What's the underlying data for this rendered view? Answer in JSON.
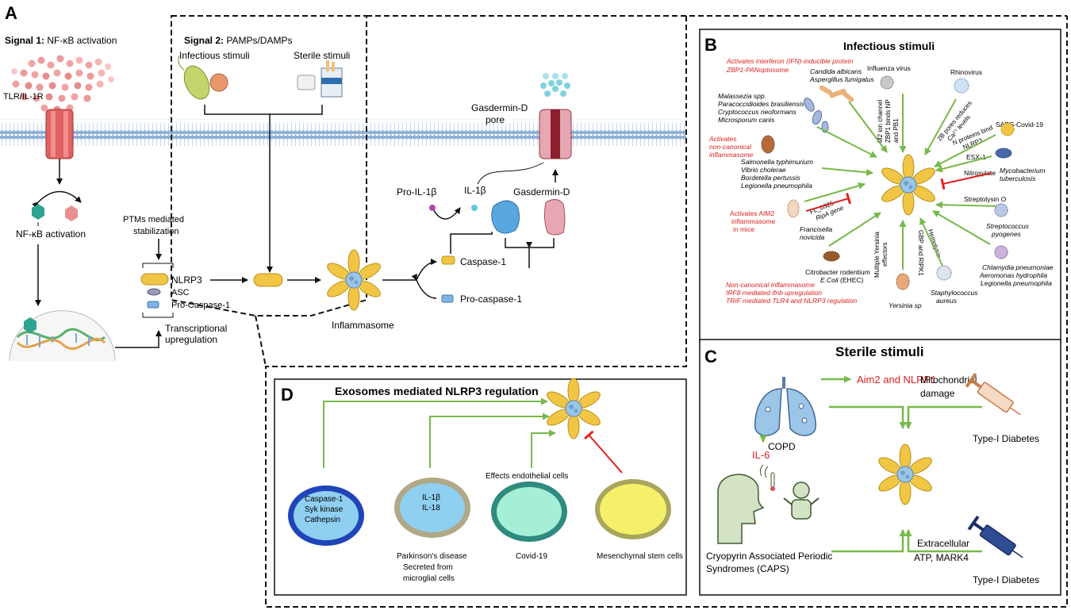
{
  "panel_a": {
    "letter": "A",
    "signal1_bold": "Signal 1:",
    "signal1_text": " NF-κB activation",
    "receptor_label": "TLR/IL-1R",
    "nfkb_label": "NF-κB activation",
    "signal2_bold": "Signal 2:",
    "signal2_text": " PAMPs/DAMPs",
    "infectious_label": "Infectious stimuli",
    "sterile_label": "Sterile stimuli",
    "ptm_line1": "PTMs mediated",
    "ptm_line2": "stabilization",
    "complex_nlrp3": "NLRP3",
    "complex_asc": "ASC",
    "complex_procasp": "Pro-Caspase-1",
    "transcr_line1": "Transcriptional",
    "transcr_line2": "upregulation",
    "inflammasome_label": "Inflammasome",
    "caspase1_label": "Caspase-1",
    "procaspase1_label": "Pro-caspase-1",
    "pro_il1b_label": "Pro-IL-1β",
    "il1b_label": "IL-1β",
    "gsdmd_label": "Gasdermin-D",
    "pore_line1": "Gasdermin-D",
    "pore_line2": "pore"
  },
  "panel_b": {
    "letter": "B",
    "title": "Infectious stimuli",
    "zbp1_line1": "Activates interferon (IFN)-inducible protein",
    "zbp1_line2": "ZBP1-PANoptosome",
    "candida_line1": "Candida albicans",
    "candida_line2": "Aspergillus fumigatus",
    "influenza": "Influenza virus",
    "rhinovirus": "Rhinovirus",
    "malassezia": [
      "Malassezia spp.",
      "Paracoccidioides brasiliensis",
      "Cryptococcus neoformans",
      "Microsporum canis"
    ],
    "m2_line1": "M2 ion channel",
    "m2_line2": "ZBP1 binds NP",
    "m2_line3": "and PB1",
    "pores_line1": "2B pores reduces",
    "pores_line2": "Ca²⁺ levels",
    "sars": "SARS-Covid-19",
    "nprot_line1": "N proteins bind",
    "nprot_line2": "NLRP3",
    "noncanon_line1": "Activates",
    "noncanon_line2": "non-canonical",
    "noncanon_line3": "inflammasome",
    "salmonella": [
      "Salmonella typhimurium",
      "Vibrio cholerae",
      "Bordetella pertussis",
      "Legionella pneumophila"
    ],
    "esx": "ESX-1",
    "nitrosylate": "Nitrosylate",
    "myco_line1": "Mycobacterium",
    "myco_line2": "tuberculosis",
    "aim2_line1": "Activates AIM2",
    "aim2_line2": "inflammasome",
    "aim2_line3": "in mice",
    "fl_line1": "FL_0325",
    "fl_line2": "RipA gene",
    "francisella_line1": "Francisella",
    "francisella_line2": "novicida",
    "streptolysin": "Streptolysin O",
    "strep_line1": "Streptococcus",
    "strep_line2": "pyogenes",
    "citro_line1": "Citrobacter rodentium",
    "citro_line2_italic": "E.Coli",
    "citro_line2_rest": " (EHEC)",
    "multi_line1": "Multiple Yersinia",
    "multi_line2": "effectors",
    "gbp": "GBP and RIPK1",
    "hemolysin": "Hemolysin",
    "chlamydia": [
      "Chlamydia pneumoniae",
      "Aeromonas hydrophila",
      "Legionella pneumophila"
    ],
    "staph_line1": "Staphylococcus",
    "staph_line2": "aureus",
    "yersinia": "Yersinia sp",
    "bottom_red": [
      "Non-canonical inflammasome",
      "IRF8 mediated ifnb upregulation",
      "TRIF mediated TLR4 and NLRP3 regulation"
    ]
  },
  "panel_c": {
    "letter": "C",
    "title": "Sterile stimuli",
    "aim2_nlrp1": "Aim2 and NLRP1",
    "mito_line1": "Mitochondrial",
    "mito_line2": "damage",
    "copd": "COPD",
    "il6": "IL-6",
    "diabetes_top": "Type-I Diabetes",
    "caps_line1": "Cryopyrin Associated Periodic",
    "caps_line2": "Syndromes (CAPS)",
    "extra_line1": "Extracellular",
    "extra_line2": "ATP, MARK4",
    "diabetes_bottom": "Type-I Diabetes"
  },
  "panel_d": {
    "letter": "D",
    "title": "Exosomes mediated NLRP3 regulation",
    "exo1": [
      "Caspase-1",
      "Syk kinase",
      "Cathepsin"
    ],
    "exo2": [
      "IL-1β",
      "IL-18"
    ],
    "endothelial": "Effects endothelial cells",
    "parkinson": "Parkinson's disease",
    "secreted_line1": "Secreted from",
    "secreted_line2": "microglial cells",
    "covid": "Covid-19",
    "msc": "Mesenchymal stem cells"
  },
  "colors": {
    "green_arrow": "#77b94a",
    "red_inhibit": "#e02020",
    "membrane": "#8fb4dc",
    "nlrp3_yellow": "#f1c644",
    "receptor_red": "#e0615f"
  }
}
